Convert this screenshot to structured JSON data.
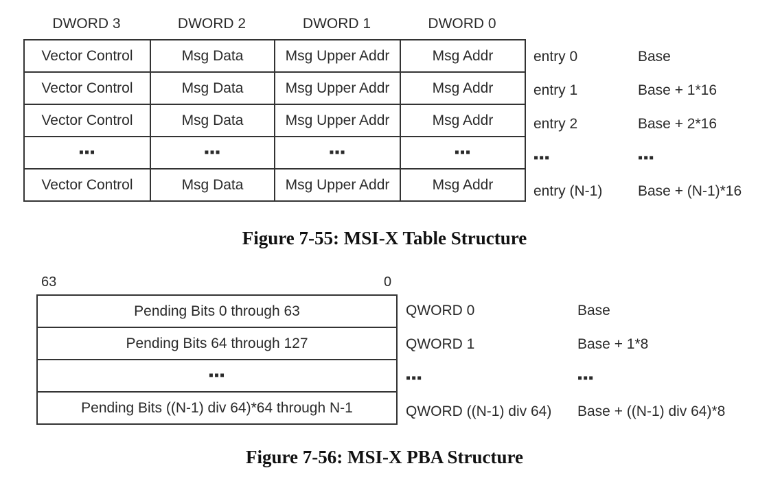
{
  "msix_table": {
    "column_headers": [
      "DWORD 3",
      "DWORD 2",
      "DWORD 1",
      "DWORD 0"
    ],
    "rows": [
      {
        "cells": [
          "Vector Control",
          "Msg Data",
          "Msg Upper Addr",
          "Msg Addr"
        ],
        "entry": "entry 0",
        "offset": "Base"
      },
      {
        "cells": [
          "Vector Control",
          "Msg Data",
          "Msg Upper Addr",
          "Msg Addr"
        ],
        "entry": "entry 1",
        "offset": "Base + 1*16"
      },
      {
        "cells": [
          "Vector Control",
          "Msg Data",
          "Msg Upper Addr",
          "Msg Addr"
        ],
        "entry": "entry 2",
        "offset": "Base + 2*16"
      },
      {
        "cells": [
          "▪▪▪",
          "▪▪▪",
          "▪▪▪",
          "▪▪▪"
        ],
        "entry": "▪▪▪",
        "offset": "▪▪▪"
      },
      {
        "cells": [
          "Vector Control",
          "Msg Data",
          "Msg Upper Addr",
          "Msg Addr"
        ],
        "entry": "entry (N-1)",
        "offset": "Base + (N-1)*16"
      }
    ],
    "caption": "Figure 7-55:  MSI-X Table Structure"
  },
  "pba_table": {
    "bit_high": "63",
    "bit_low": "0",
    "rows": [
      {
        "cell": "Pending Bits 0 through 63",
        "qword": "QWORD 0",
        "offset": "Base"
      },
      {
        "cell": "Pending Bits 64 through 127",
        "qword": "QWORD 1",
        "offset": "Base + 1*8"
      },
      {
        "cell": "▪▪▪",
        "qword": "▪▪▪",
        "offset": "▪▪▪"
      },
      {
        "cell": "Pending Bits ((N-1) div 64)*64 through N-1",
        "qword": "QWORD ((N-1) div 64)",
        "offset": "Base + ((N-1) div 64)*8"
      }
    ],
    "caption": "Figure 7-56:  MSI-X PBA Structure"
  }
}
